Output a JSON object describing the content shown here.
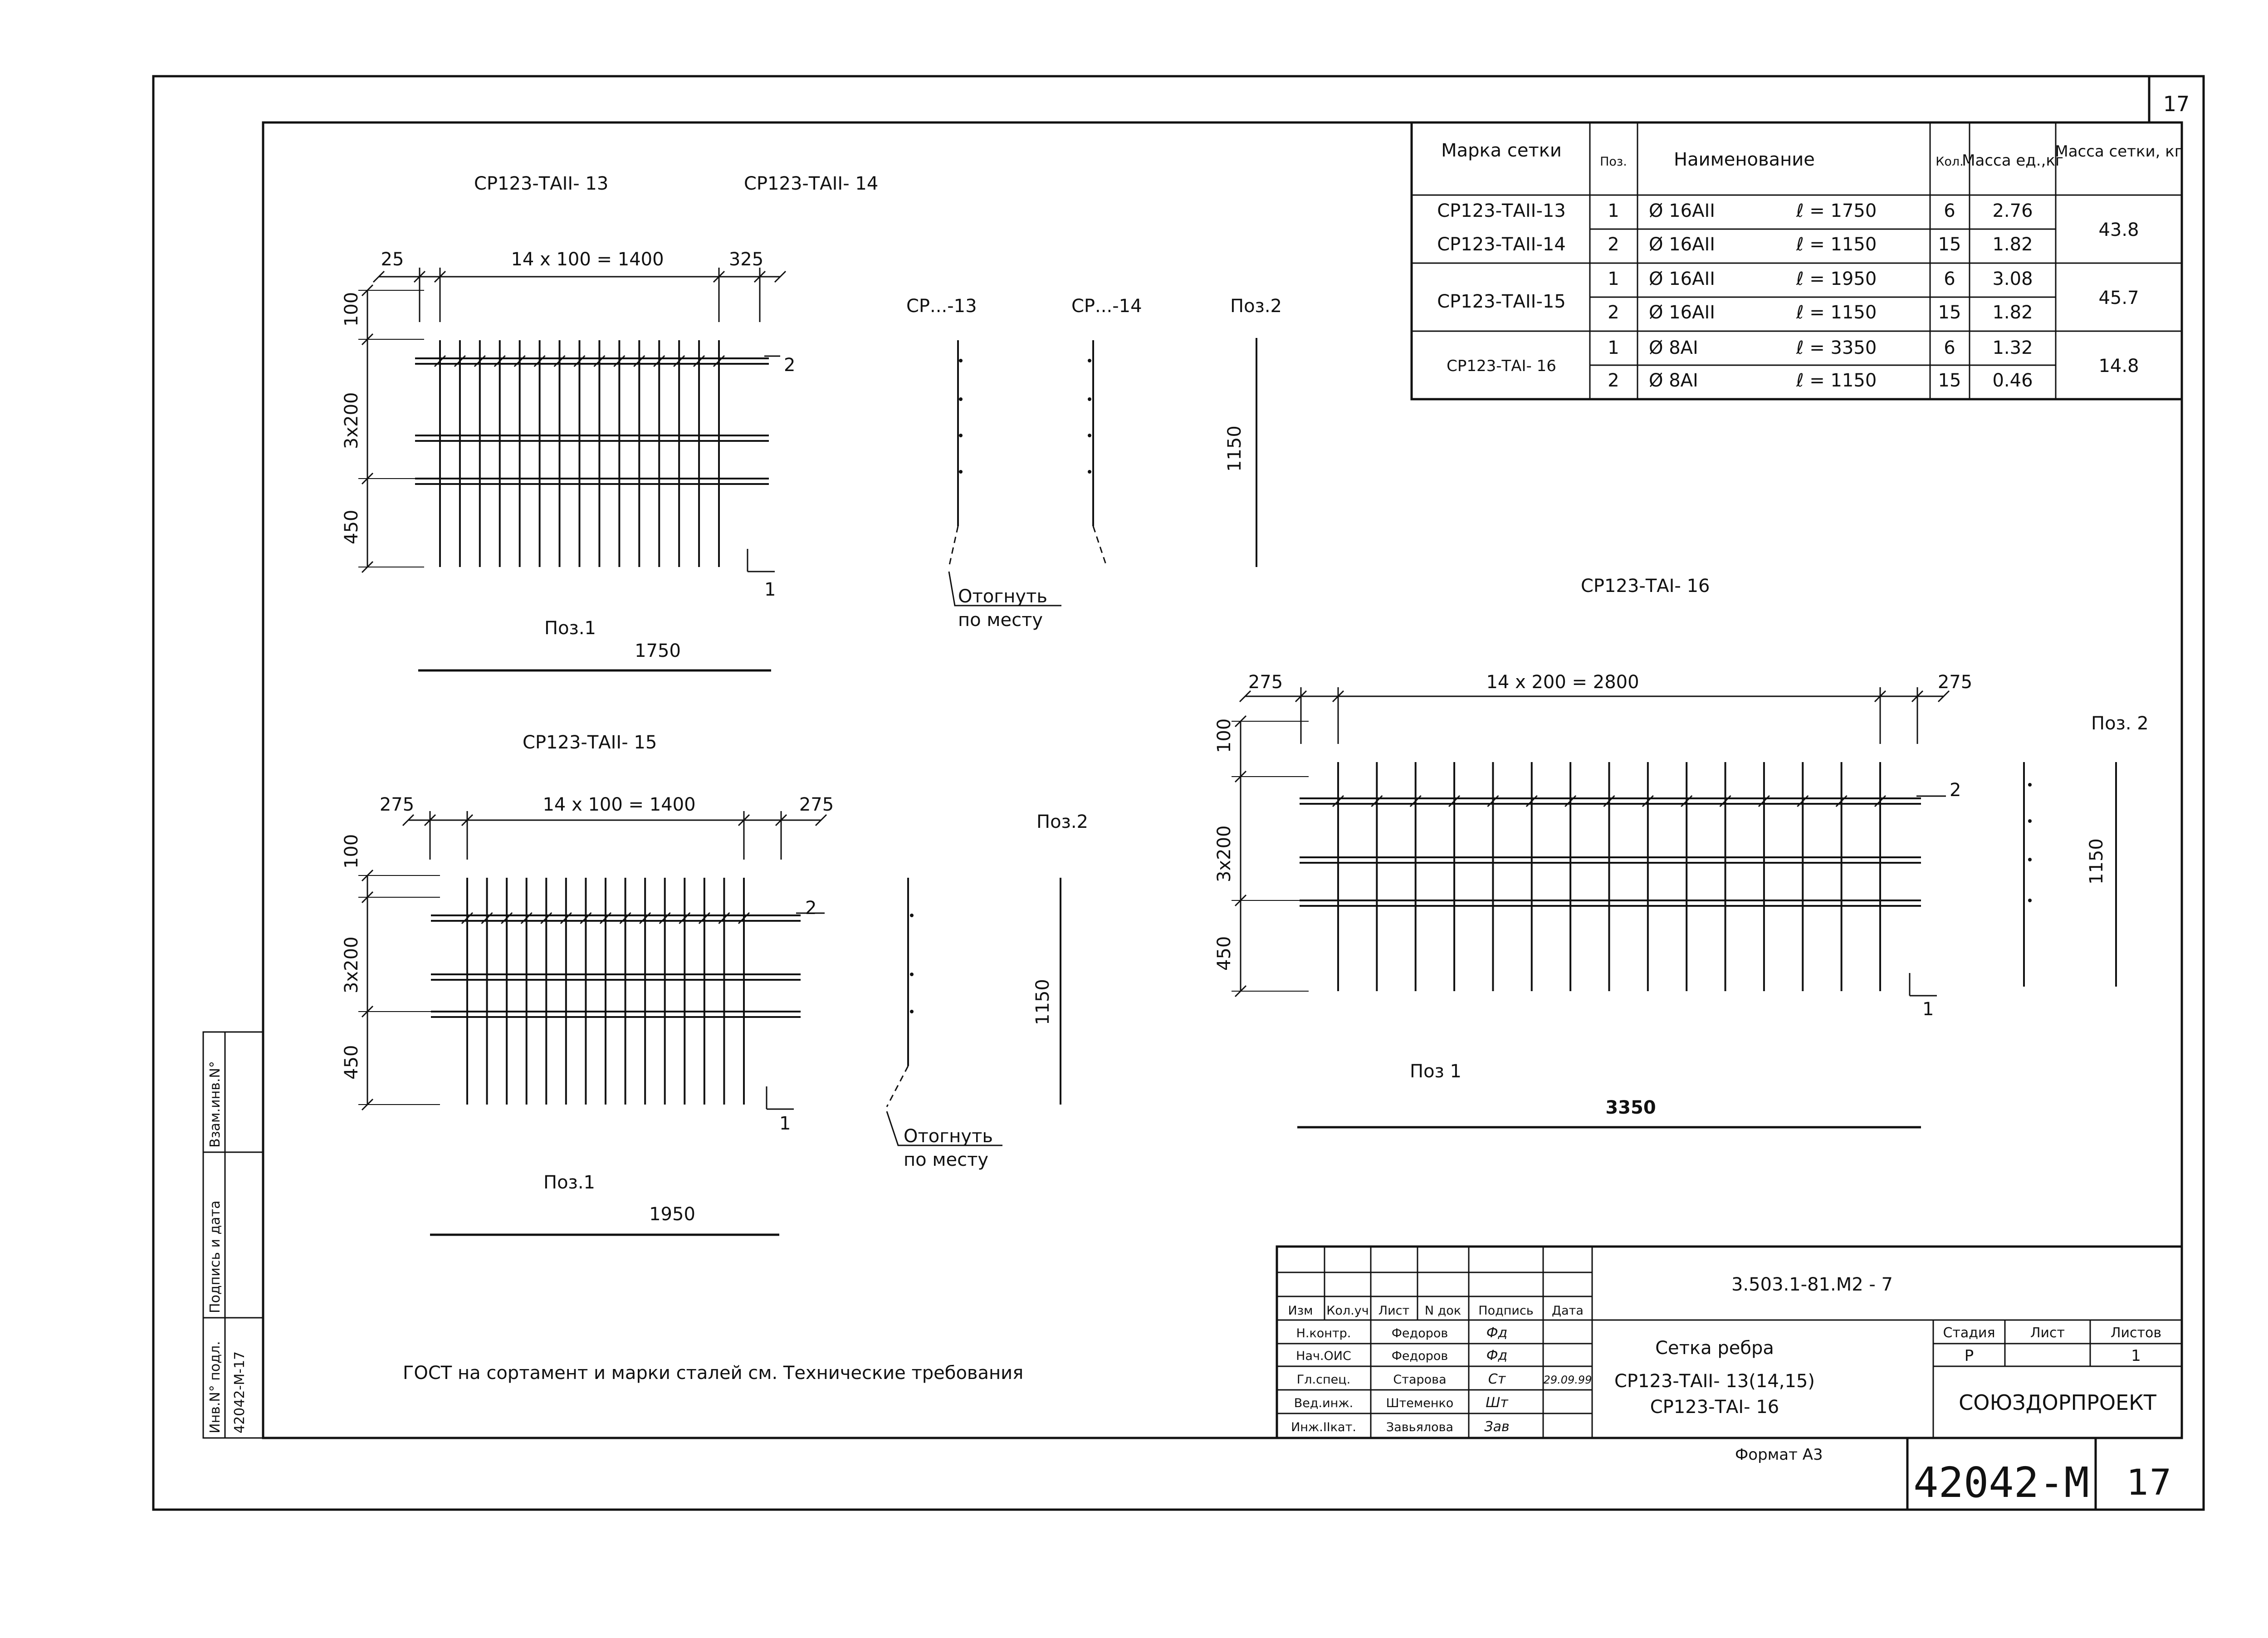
{
  "sheet": {
    "sheet_no_top": "17",
    "sheet_no_bottom": "17",
    "doc_code": "42042-M",
    "format": "Формат А3",
    "note": "ГОСТ на сортамент и марки сталей см. Технические требования"
  },
  "side_stamp": {
    "vzam": "Взам.инв.N°",
    "podpis": "Подпись и дата",
    "inv": "Инв.N° подл.",
    "inv_value": "42042-М-17"
  },
  "spec_table": {
    "headers": [
      "Марка сетки",
      "Поз.",
      "Наименование",
      "Кол.",
      "Масса ед.,кг",
      "Масса сетки, кг"
    ],
    "rows": [
      {
        "mark": "СР123-ТАII-13",
        "pos": "1",
        "dia": "Ø 16АII",
        "l": "ℓ = 1750",
        "qty": "6",
        "mass": "2.76"
      },
      {
        "mark": "СР123-ТАII-14",
        "pos": "2",
        "dia": "Ø 16АII",
        "l": "ℓ = 1150",
        "qty": "15",
        "mass": "1.82"
      },
      {
        "mark": "СР123-ТАII-15",
        "pos": "1",
        "dia": "Ø 16АII",
        "l": "ℓ = 1950",
        "qty": "6",
        "mass": "3.08"
      },
      {
        "mark": "",
        "pos": "2",
        "dia": "Ø 16АII",
        "l": "ℓ = 1150",
        "qty": "15",
        "mass": "1.82"
      },
      {
        "mark": "СР123-ТАI- 16",
        "pos": "1",
        "dia": "Ø 8АI",
        "l": "ℓ = 3350",
        "qty": "6",
        "mass": "1.32"
      },
      {
        "mark": "",
        "pos": "2",
        "dia": "Ø 8АI",
        "l": "ℓ = 1150",
        "qty": "15",
        "mass": "0.46"
      }
    ],
    "net_masses": [
      "43.8",
      "45.7",
      "14.8"
    ]
  },
  "drawing1": {
    "title_a": "СР123-ТАII- 13",
    "title_b": "СР123-ТАII- 14",
    "dim_left": "25",
    "dim_main": "14 x 100 = 1400",
    "dim_right": "325",
    "dim_v1": "100",
    "dim_v2": "3x200",
    "dim_v3": "450",
    "lead_2": "2",
    "lead_1": "1",
    "section_a": "СР...-13",
    "section_b": "СР...-14",
    "pos2": "Поз.2",
    "pos2_len": "1150",
    "bend_1": "Отогнуть",
    "bend_2": "по месту",
    "pos1": "Поз.1",
    "pos1_len": "1750"
  },
  "drawing2": {
    "title": "СР123-ТАII- 15",
    "dim_left": "275",
    "dim_main": "14 x 100 = 1400",
    "dim_right": "275",
    "dim_v1": "100",
    "dim_v2": "3x200",
    "dim_v3": "450",
    "lead_2": "2",
    "lead_1": "1",
    "pos2": "Поз.2",
    "pos2_len": "1150",
    "bend_1": "Отогнуть",
    "bend_2": "по месту",
    "pos1": "Поз.1",
    "pos1_len": "1950"
  },
  "drawing3": {
    "title": "СР123-ТАI- 16",
    "dim_left": "275",
    "dim_main": "14 x 200 = 2800",
    "dim_right": "275",
    "dim_v1": "100",
    "dim_v2": "3x200",
    "dim_v3": "450",
    "lead_2": "2",
    "lead_1": "1",
    "pos2": "Поз. 2",
    "pos2_len": "1150",
    "pos1": "Поз 1",
    "pos1_len": "3350"
  },
  "title_block": {
    "doc_number": "3.503.1-81.М2 - 7",
    "headers": [
      "Изм",
      "Кол.уч",
      "Лист",
      "N док",
      "Подпись",
      "Дата"
    ],
    "roles": [
      {
        "role": "Н.контр.",
        "name": "Федоров",
        "sign": "Фд",
        "date": ""
      },
      {
        "role": "Нач.ОИС",
        "name": "Федоров",
        "sign": "Фд",
        "date": ""
      },
      {
        "role": "Гл.спец.",
        "name": "Старова",
        "sign": "Ст",
        "date": "29.09.99"
      },
      {
        "role": "Вед.инж.",
        "name": "Штеменко",
        "sign": "Шт",
        "date": ""
      },
      {
        "role": "Инж.IIкат.",
        "name": "Завьялова",
        "sign": "Зав",
        "date": ""
      }
    ],
    "title_1": "Сетка ребра",
    "title_2": "СР123-ТАII- 13(14,15)",
    "title_3": "СР123-ТАI- 16",
    "stage_label": "Стадия",
    "sheet_label": "Лист",
    "sheets_label": "Листов",
    "stage": "Р",
    "sheets": "1",
    "org": "СОЮЗДОРПРОЕКТ"
  }
}
